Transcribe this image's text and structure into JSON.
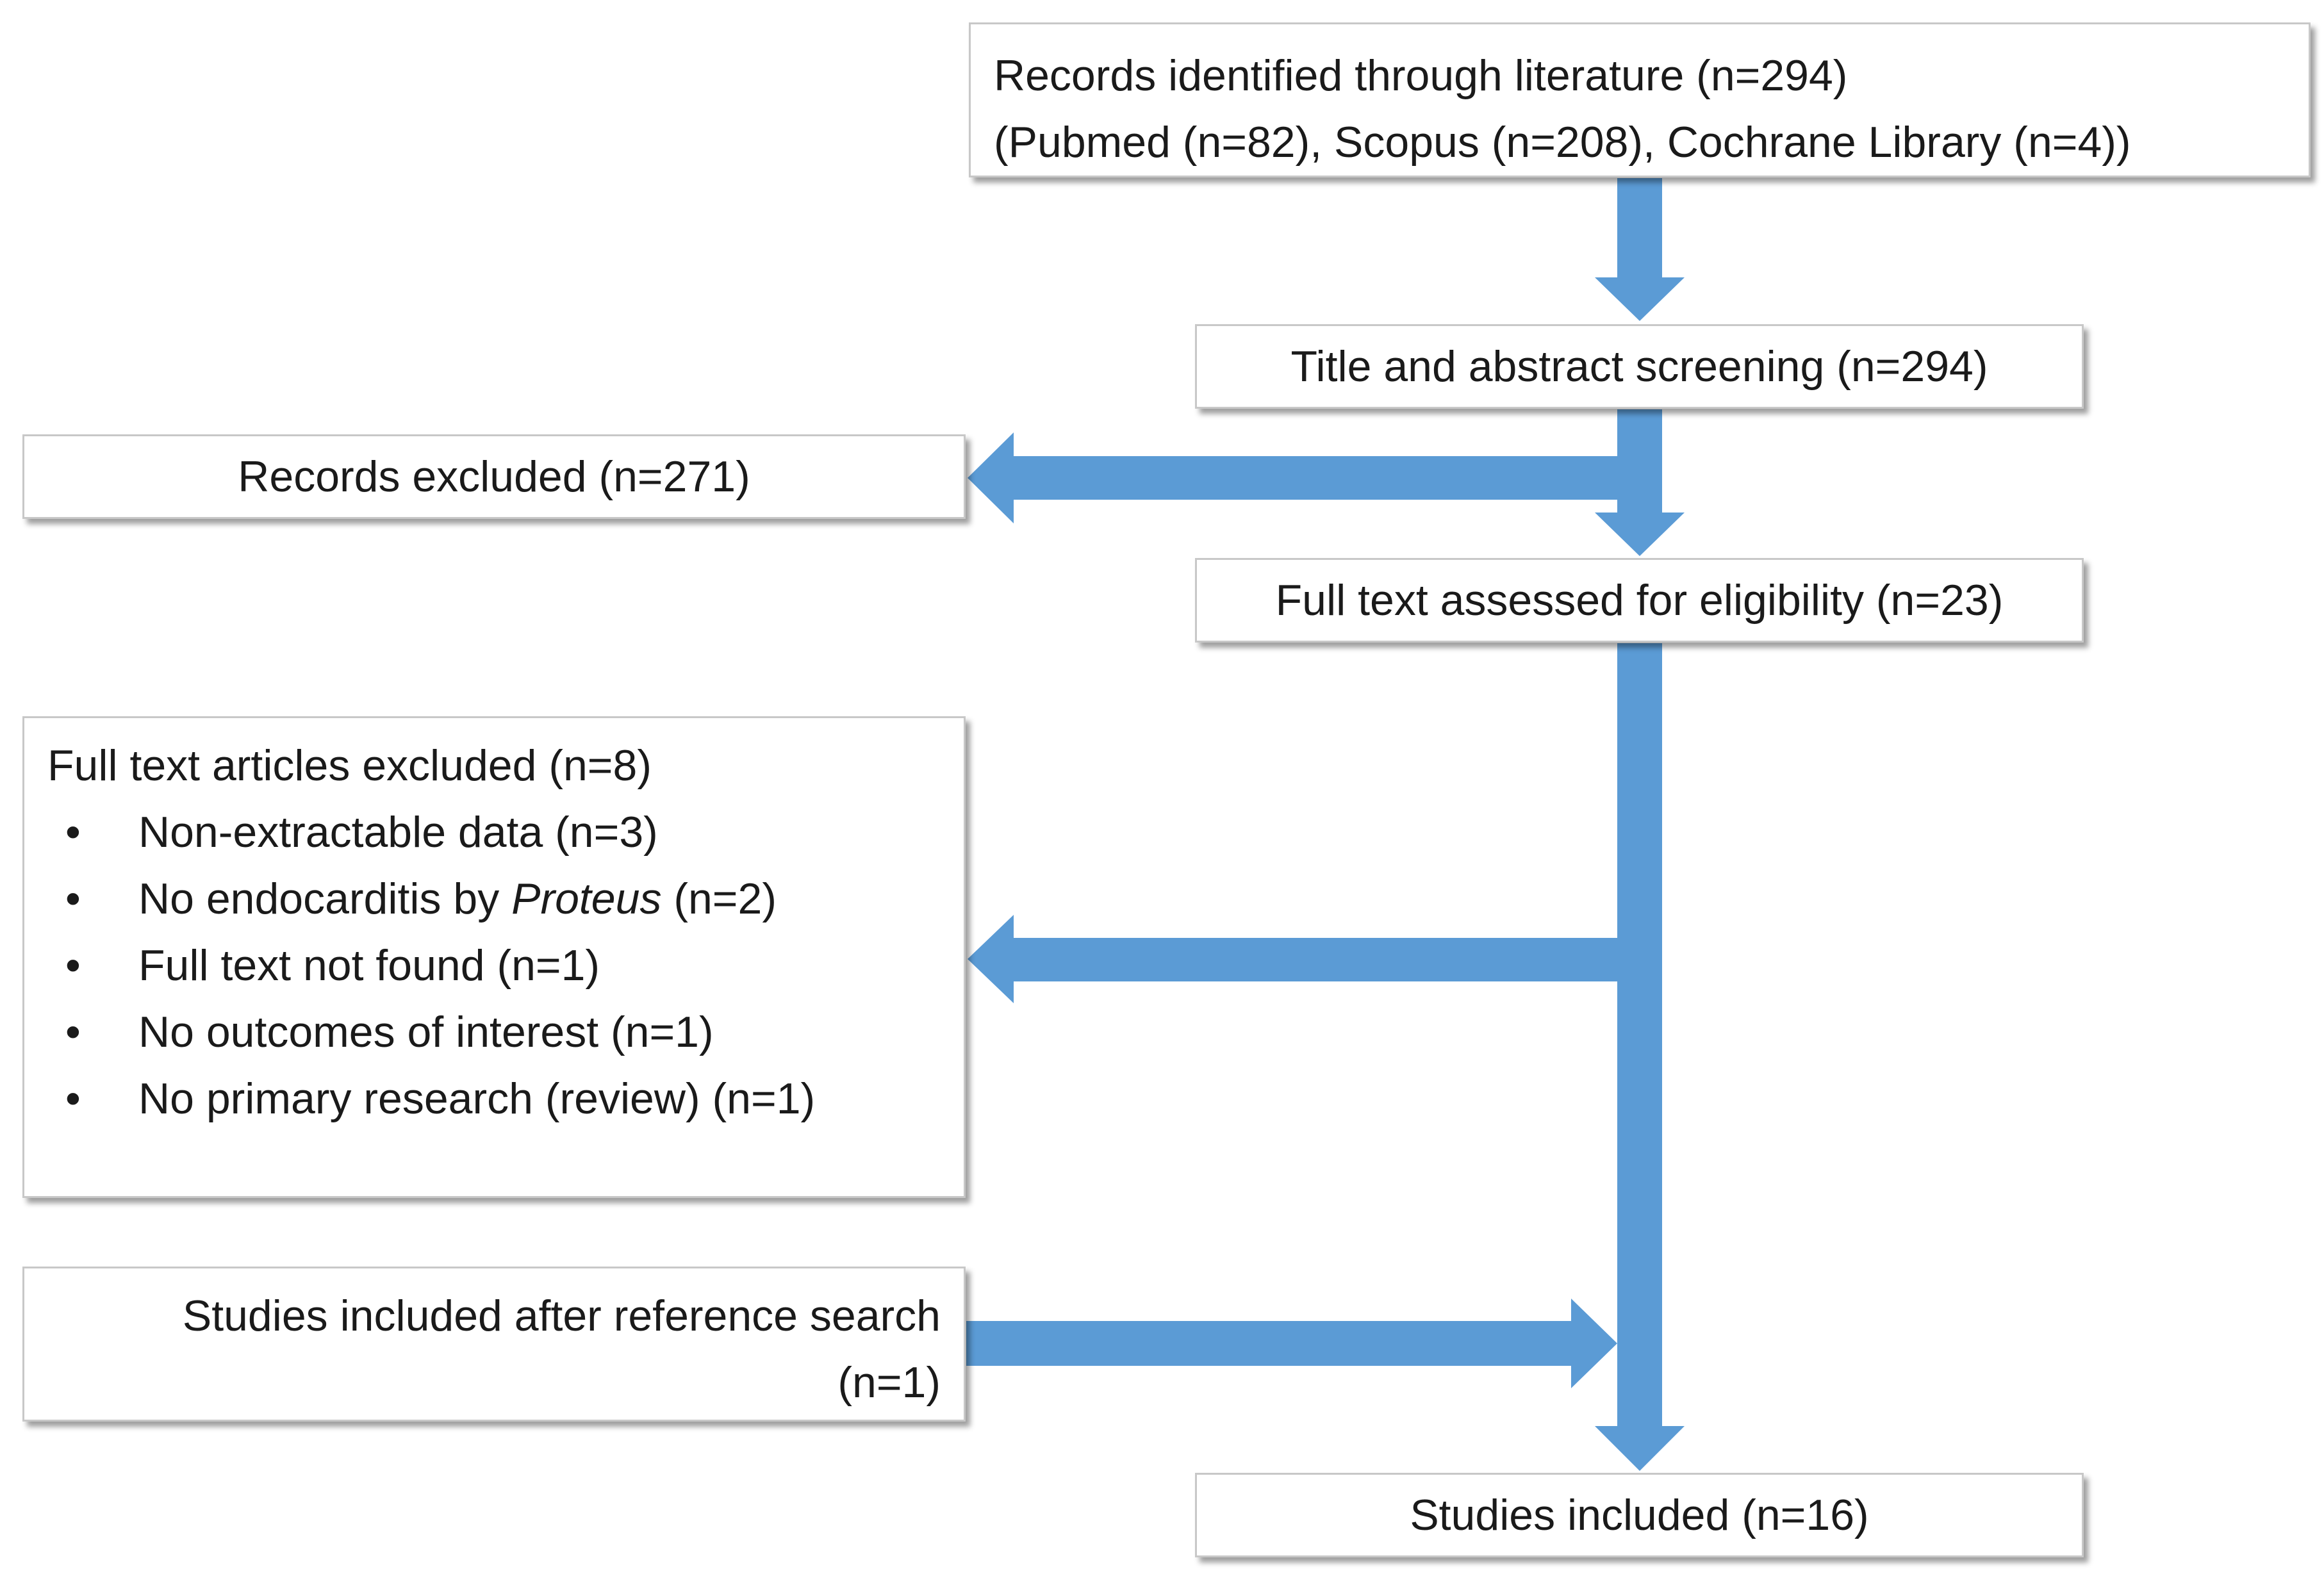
{
  "colors": {
    "arrow": "#5b9bd5",
    "box_border": "#c8c8c8",
    "text": "#1a1a1a"
  },
  "nodes": {
    "identified": {
      "line1": "Records identified through literature (n=294)",
      "line2": "(Pubmed (n=82), Scopus (n=208), Cochrane Library (n=4))"
    },
    "screening": {
      "text": "Title and abstract screening (n=294)"
    },
    "records_excluded": {
      "text": "Records excluded (n=271)"
    },
    "fulltext_assessed": {
      "text": "Full text assessed for eligibility (n=23)"
    },
    "fulltext_excluded": {
      "title": "Full text articles excluded (n=8)",
      "bullet": "•",
      "reasons": [
        "Non-extractable data (n=3)",
        {
          "before": "No endocarditis by ",
          "italic": "Proteus",
          "after": " (n=2)"
        },
        "Full text not found (n=1)",
        "No outcomes of interest (n=1)",
        "No primary research (review) (n=1)"
      ]
    },
    "reference_search": {
      "line1": "Studies included after reference search",
      "line2": "(n=1)"
    },
    "included": {
      "text": "Studies included (n=16)"
    }
  }
}
